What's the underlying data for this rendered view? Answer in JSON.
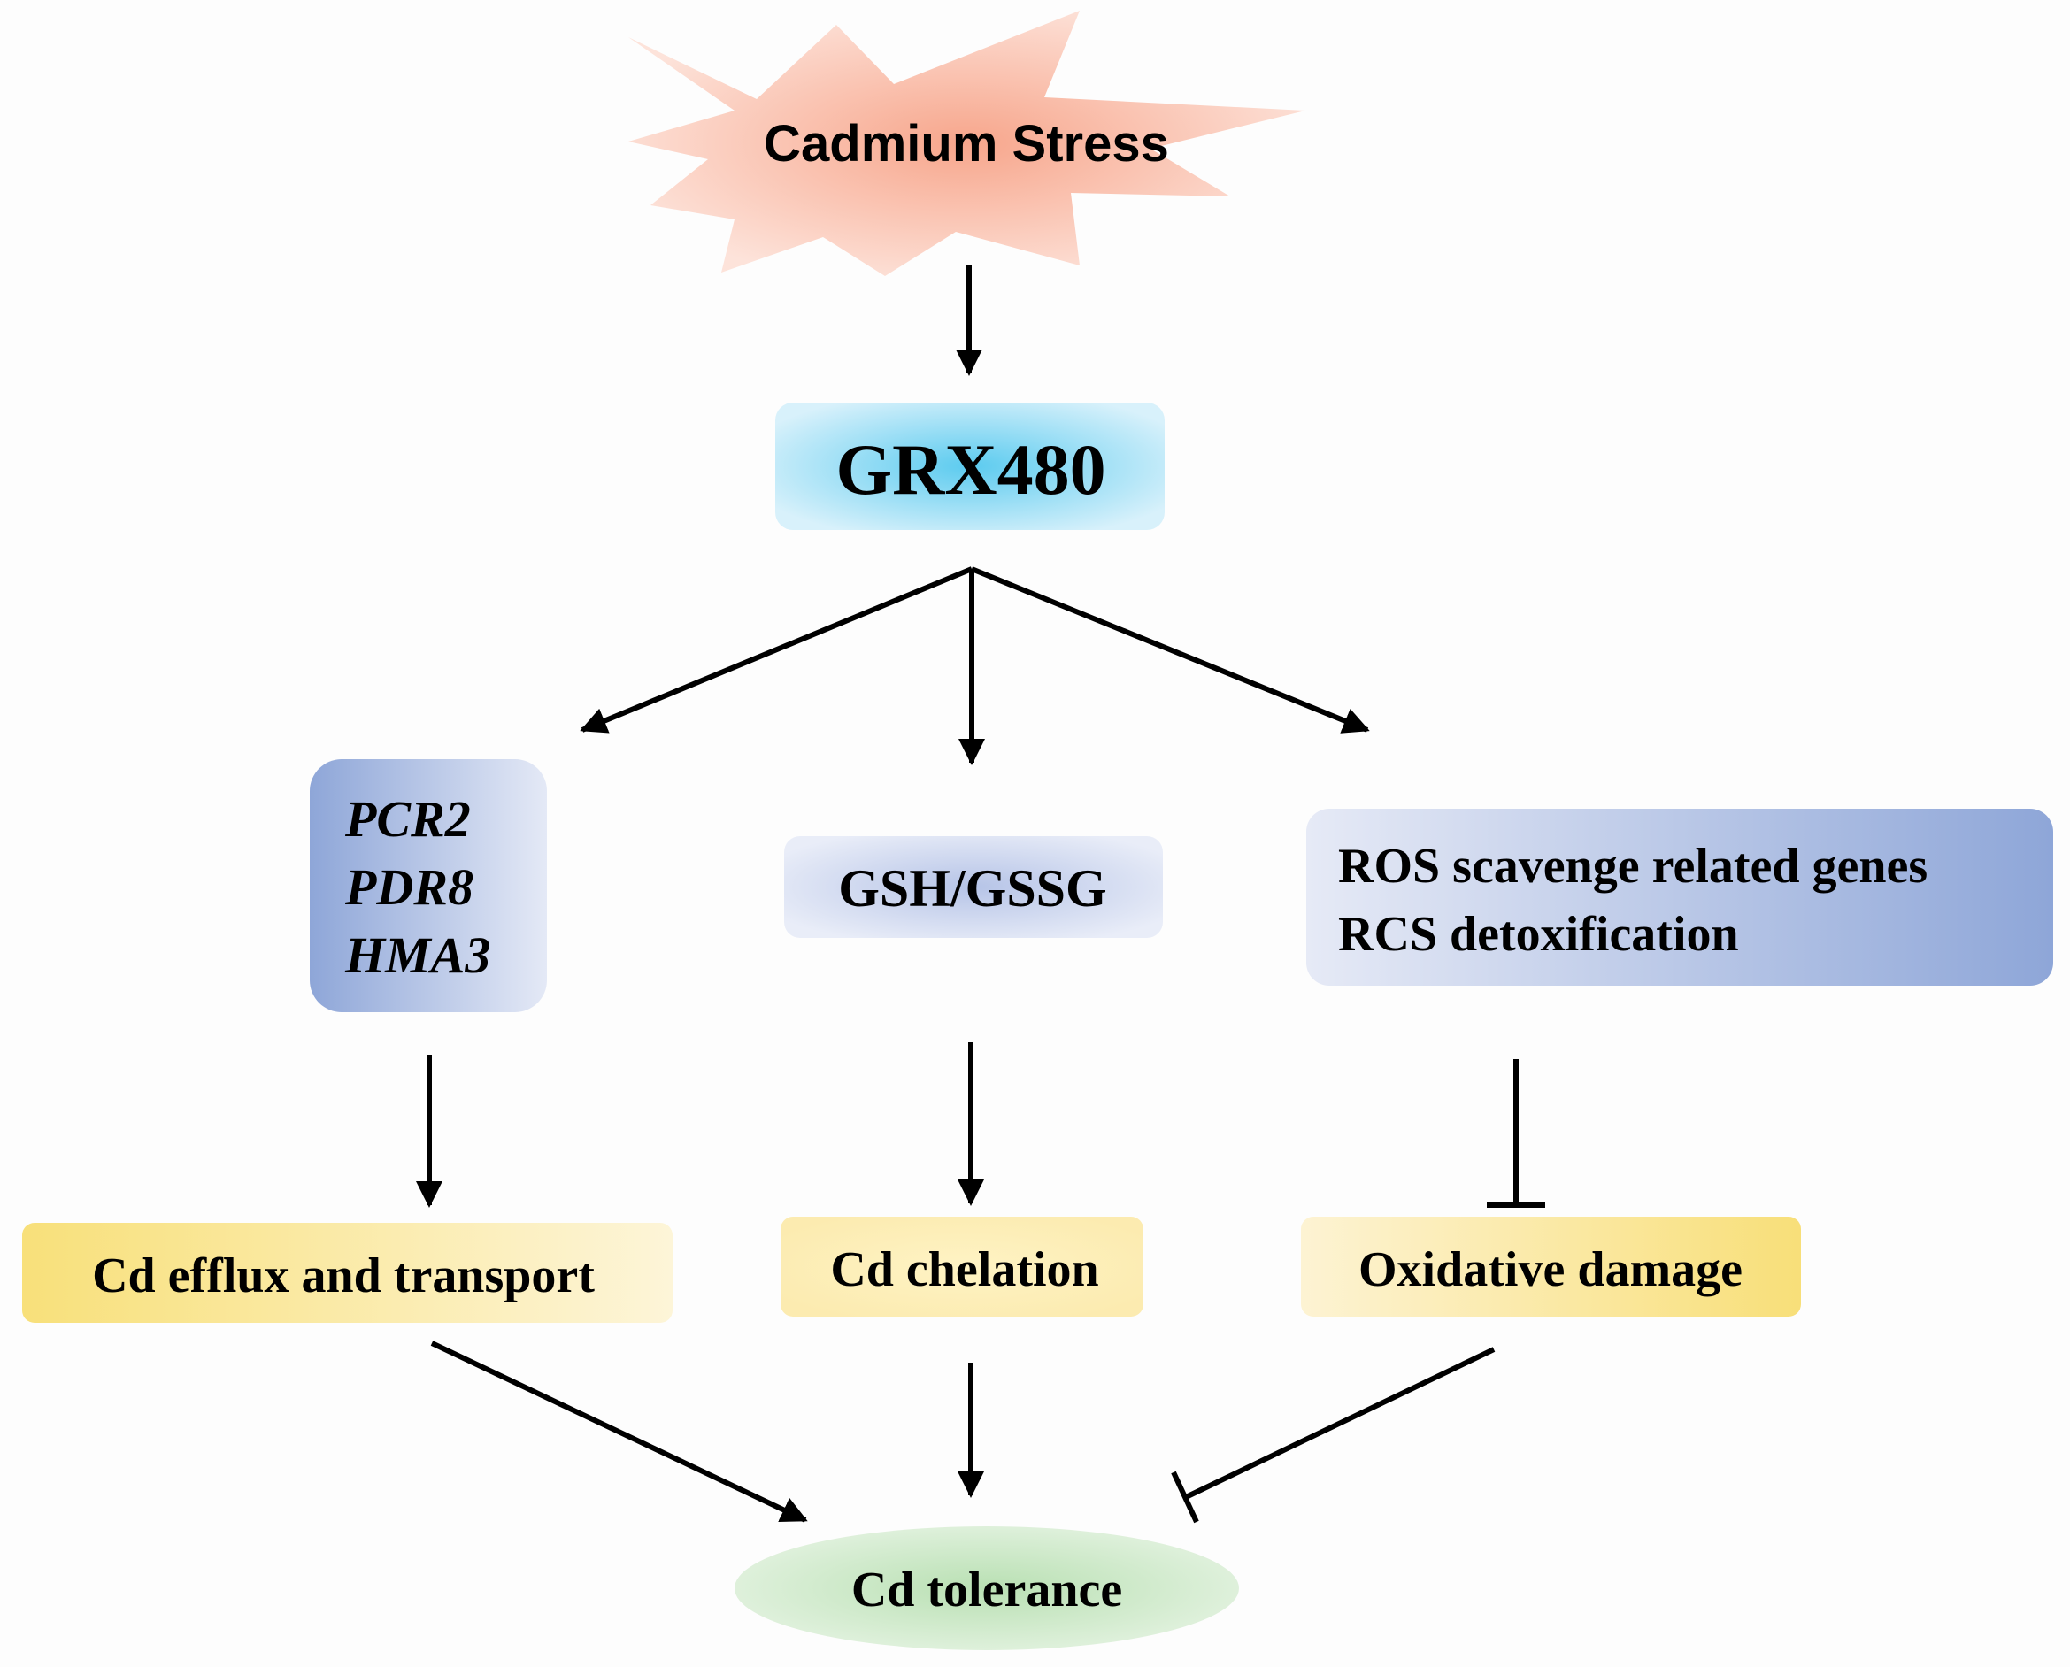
{
  "stress": {
    "label": "Cadmium Stress"
  },
  "regulator": {
    "label": "GRX480"
  },
  "genes": {
    "lines": [
      "PCR2",
      "PDR8",
      "HMA3"
    ]
  },
  "redox": {
    "label": "GSH/GSSG"
  },
  "ros": {
    "line1": "ROS scavenge related genes",
    "line2": "RCS detoxification"
  },
  "outcomes": {
    "efflux": "Cd efflux and transport",
    "chelation": "Cd chelation",
    "oxidative": "Oxidative damage"
  },
  "result": {
    "label": "Cd tolerance"
  },
  "colors": {
    "stress_burst": "#f7a68c",
    "regulator_box": "#5ccbef",
    "blue_box": "#8ea6d8",
    "yellow_box": "#f8e07a",
    "result_ellipse": "#c9e6c4",
    "arrow": "#000000"
  },
  "relations": [
    {
      "from": "Cadmium Stress",
      "to": "GRX480",
      "type": "activation"
    },
    {
      "from": "GRX480",
      "to": "PCR2/PDR8/HMA3",
      "type": "activation"
    },
    {
      "from": "GRX480",
      "to": "GSH/GSSG",
      "type": "activation"
    },
    {
      "from": "GRX480",
      "to": "ROS scavenge related genes / RCS detoxification",
      "type": "activation"
    },
    {
      "from": "PCR2/PDR8/HMA3",
      "to": "Cd efflux and transport",
      "type": "activation"
    },
    {
      "from": "GSH/GSSG",
      "to": "Cd chelation",
      "type": "activation"
    },
    {
      "from": "ROS scavenge related genes / RCS detoxification",
      "to": "Oxidative damage",
      "type": "inhibition"
    },
    {
      "from": "Cd efflux and transport",
      "to": "Cd tolerance",
      "type": "activation"
    },
    {
      "from": "Cd chelation",
      "to": "Cd tolerance",
      "type": "activation"
    },
    {
      "from": "Oxidative damage",
      "to": "Cd tolerance",
      "type": "inhibition"
    }
  ]
}
